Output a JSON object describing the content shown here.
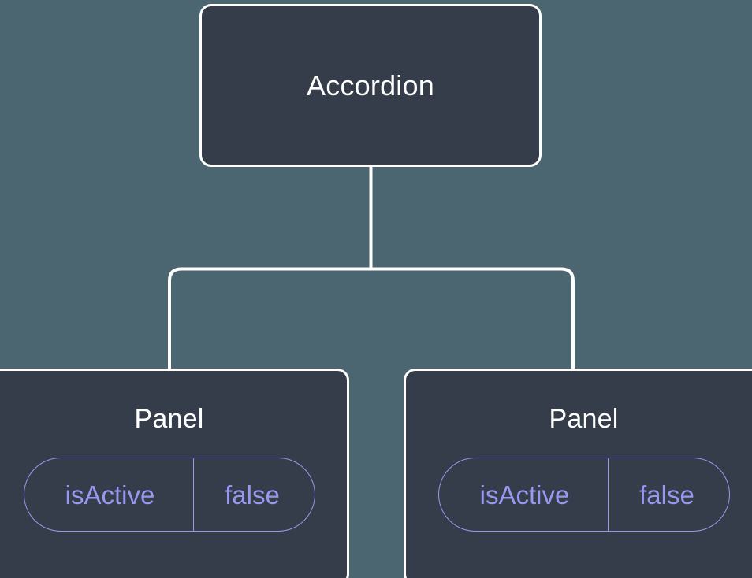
{
  "diagram": {
    "type": "component-tree",
    "background_color": "#4b6670",
    "node_fill_color": "#353c4a",
    "node_border_color": "#ffffff",
    "connector_color": "#ffffff",
    "accent_color": "#9699ed",
    "root": {
      "title": "Accordion"
    },
    "children": [
      {
        "title": "Panel",
        "prop": {
          "key": "isActive",
          "value": "false"
        }
      },
      {
        "title": "Panel",
        "prop": {
          "key": "isActive",
          "value": "false"
        }
      }
    ]
  }
}
